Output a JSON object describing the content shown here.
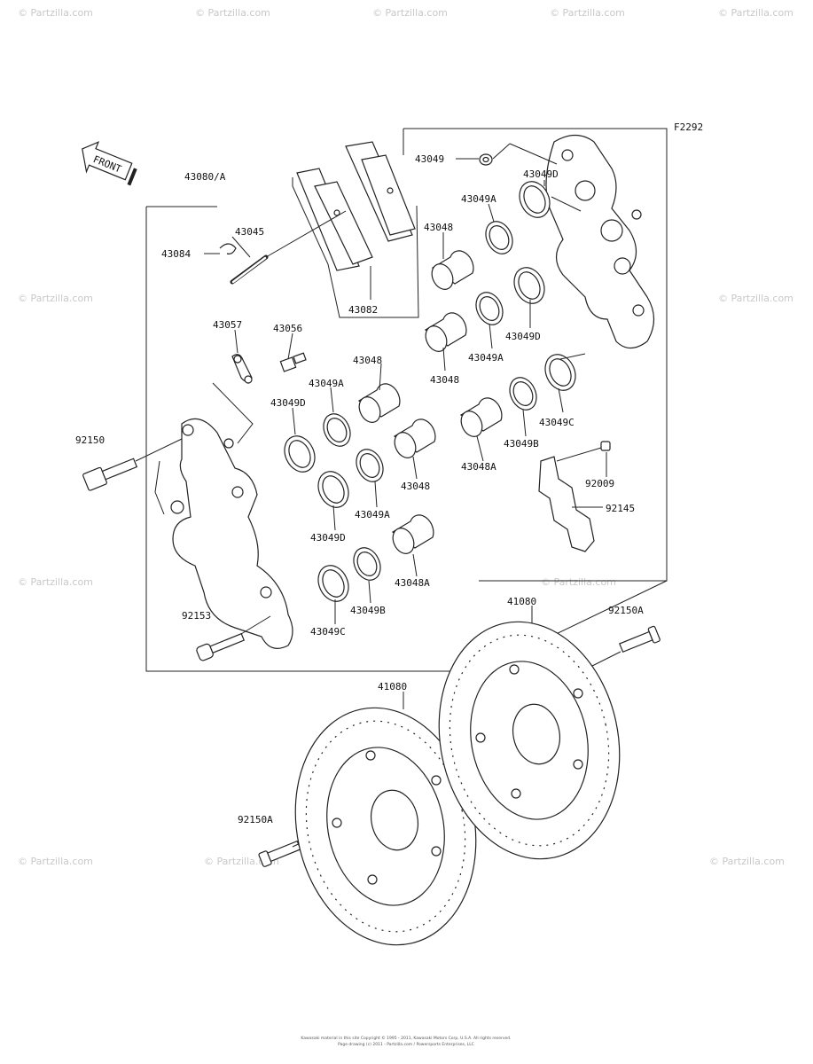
{
  "figure_code": "F2292",
  "front_label": "FRONT",
  "watermark_text": "© Partzilla.com",
  "parts": {
    "caliper_assy": "43080/A",
    "pad_pin": "43045",
    "pin_clip": "43084",
    "pad_set": "43082",
    "bleed_cap": "43057",
    "bleed_valve": "43056",
    "piston_a": "43048",
    "piston_b": "43048A",
    "seal_a": "43049A",
    "seal_b": "43049B",
    "seal_c": "43049C",
    "seal_d": "43049D",
    "washer": "43049",
    "caliper_bolt": "92150",
    "mount_bolt": "92153",
    "spring_bolt": "92009",
    "pad_spring": "92145",
    "disc": "41080",
    "disc_bolt": "92150A"
  },
  "footer": {
    "line1": "Kawasaki material in this site Copyright © 1995 - 2011, Kawasaki Motors Corp, U.S.A. All rights reserved.",
    "line2": "Page drawing (c) 2011 - Partzilla.com / Powersports Enterprises, LLC"
  }
}
